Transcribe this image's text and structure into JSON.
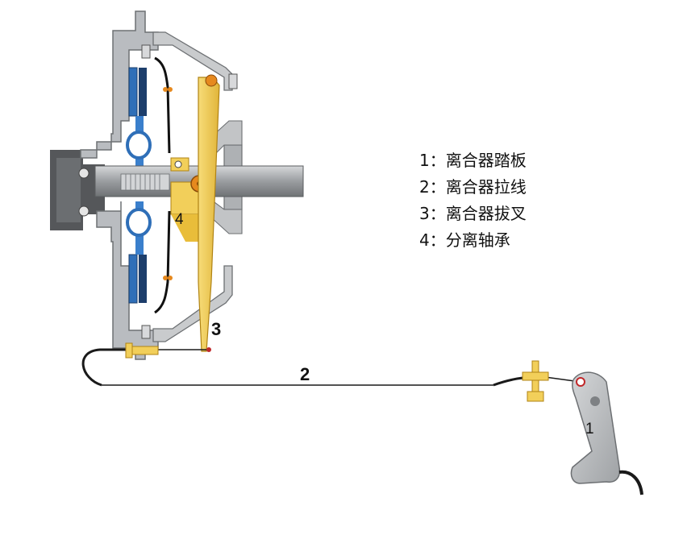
{
  "legend": {
    "items": [
      {
        "num": "1",
        "sep": "：",
        "text": "离合器踏板"
      },
      {
        "num": "2",
        "sep": "：",
        "text": "离合器拉线"
      },
      {
        "num": "3",
        "sep": "：",
        "text": "离合器拔叉"
      },
      {
        "num": "4",
        "sep": "：",
        "text": "分离轴承"
      }
    ]
  },
  "callouts": {
    "pedal": "1",
    "cable": "2",
    "fork": "3",
    "bearing": "4"
  },
  "colors": {
    "housing": "#b9bcc0",
    "housing_dark": "#7e8184",
    "disc_blue": "#2f6fb8",
    "fork_yellow": "#f2cf5a",
    "fork_shadow": "#c79a1f",
    "orange": "#e6891e",
    "cable": "#1a1a1a",
    "flywheel": "#5a5c5f"
  }
}
